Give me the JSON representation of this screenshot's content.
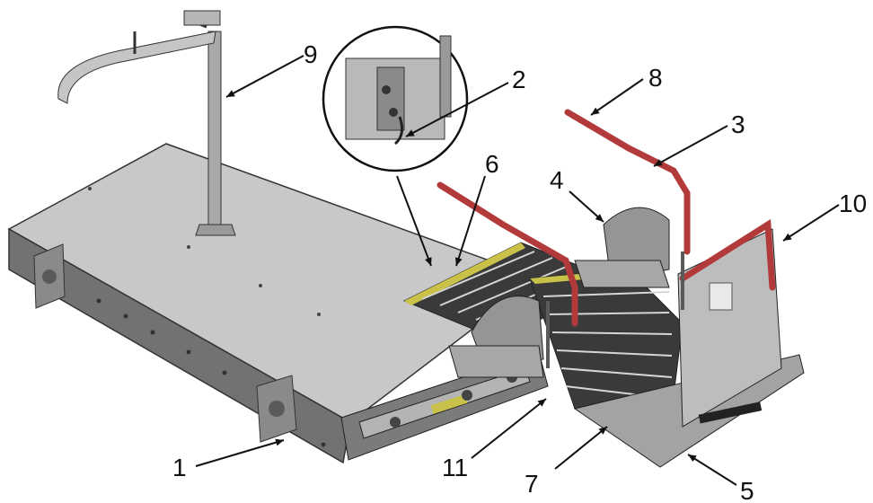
{
  "callouts": [
    {
      "id": "1",
      "label": "1"
    },
    {
      "id": "2",
      "label": "2"
    },
    {
      "id": "3",
      "label": "3"
    },
    {
      "id": "4",
      "label": "4"
    },
    {
      "id": "5",
      "label": "5"
    },
    {
      "id": "6",
      "label": "6"
    },
    {
      "id": "7",
      "label": "7"
    },
    {
      "id": "8",
      "label": "8"
    },
    {
      "id": "9",
      "label": "9"
    },
    {
      "id": "10",
      "label": "10"
    },
    {
      "id": "11",
      "label": "11"
    }
  ],
  "colors": {
    "platform_top": "#c9c9c9",
    "platform_side": "#6f6f6f",
    "handrail": "#b23a3a",
    "deck_dark": "#3c3c3c",
    "deck_stripe": "#d7d7d7",
    "safety_yellow": "#c9c24a",
    "seat": "#9a9a9a",
    "line": "#111111"
  }
}
